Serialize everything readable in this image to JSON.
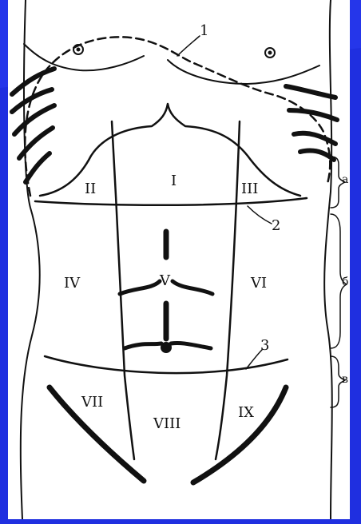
{
  "diagram": {
    "regions": {
      "r1": "I",
      "r2": "II",
      "r3": "III",
      "r4": "IV",
      "r5": "V",
      "r6": "VI",
      "r7": "VII",
      "r8": "VIII",
      "r9": "IX"
    },
    "line_numbers": {
      "n1": "1",
      "n2": "2",
      "n3": "3"
    },
    "brackets": {
      "a": "а",
      "b": "б",
      "v": "в"
    }
  },
  "colors": {
    "background": "#1f2fe0",
    "canvas": "#ffffff",
    "ink": "#111111"
  }
}
